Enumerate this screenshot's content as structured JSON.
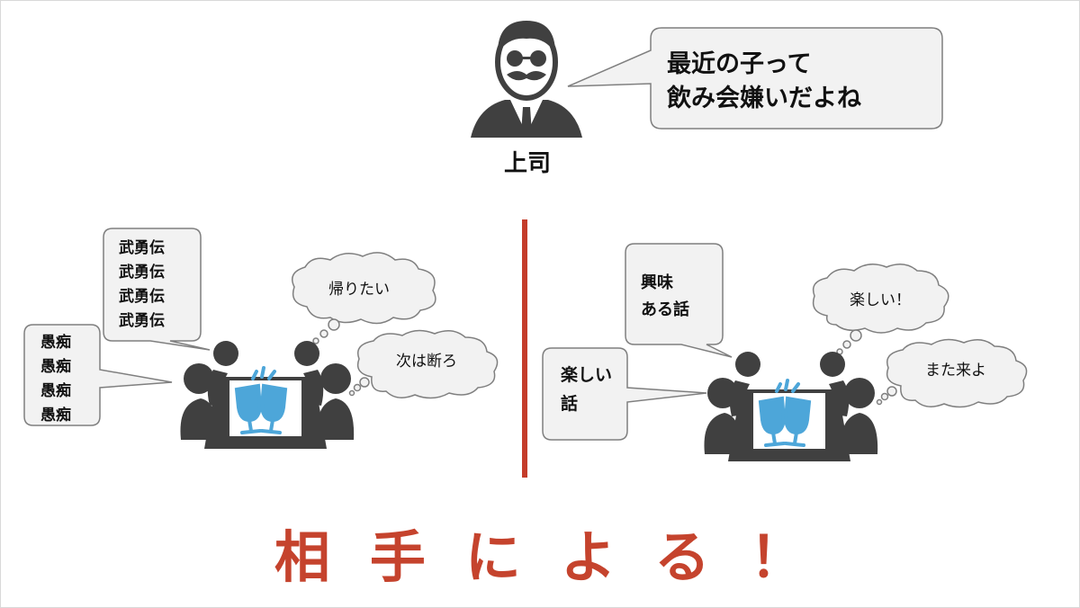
{
  "boss": {
    "label": "上司",
    "speech": [
      "最近の子って",
      "飲み会嫌いだよね"
    ]
  },
  "left_scene": {
    "speech_top": [
      "武勇伝",
      "武勇伝",
      "武勇伝",
      "武勇伝"
    ],
    "speech_left": [
      "愚痴",
      "愚痴",
      "愚痴",
      "愚痴"
    ],
    "thought_1": "帰りたい",
    "thought_2": "次は断ろ"
  },
  "right_scene": {
    "speech_top": [
      "興味",
      "ある話"
    ],
    "speech_left": [
      "楽しい",
      "話"
    ],
    "thought_1": "楽しい！",
    "thought_2": "また来よ"
  },
  "conclusion": "相手による！",
  "colors": {
    "accent_red": "#c5432d",
    "figure_gray": "#404040",
    "glass_blue": "#4da6d9",
    "bubble_fill": "#f2f2f2",
    "bubble_stroke": "#7f7f7f"
  },
  "icons": [
    "boss-icon",
    "person-icon",
    "toast-glasses-icon",
    "table-icon"
  ]
}
